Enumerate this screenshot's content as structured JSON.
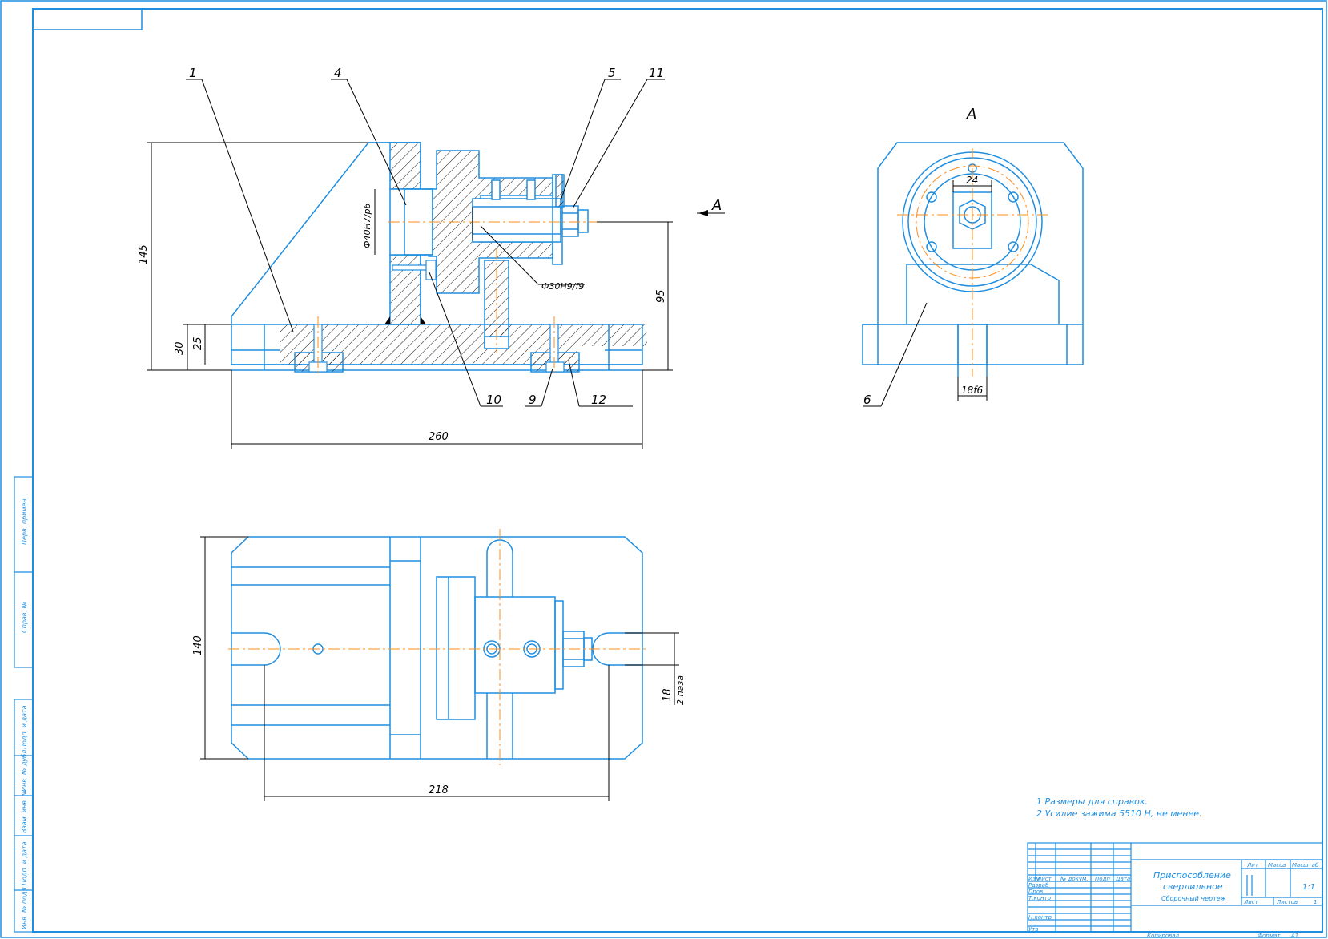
{
  "callouts": {
    "p1": "1",
    "p4": "4",
    "p5": "5",
    "p11": "11",
    "p10": "10",
    "p9": "9",
    "p12": "12",
    "p6": "6"
  },
  "dims": {
    "d145": "145",
    "d30": "30",
    "d25": "25",
    "d95": "95",
    "d260": "260",
    "d40": "Ф40Н7/p6",
    "d30h9": "Ф30Н9/f9",
    "d24": "24",
    "d18f6": "18f6",
    "d140": "140",
    "d218": "218",
    "d18": "18",
    "d2paza": "2 паза"
  },
  "view_labels": {
    "arrow_a": "А",
    "view_a": "А"
  },
  "notes": [
    "1 Размеры для справок.",
    "2  Усилие зажима 5510 Н, не менее."
  ],
  "title_block": {
    "name_line1": "Приспособление",
    "name_line2": "сверлильное",
    "doc_type": "Сборочный чертеж",
    "lit_header": "Лит",
    "mass_header": "Масса",
    "scale_header": "Масштаб",
    "scale_value": "1:1",
    "sheet_label": "Лист",
    "sheets_label": "Листов",
    "sheets_value": "1",
    "col_izm": "Изм",
    "col_list": "Лист",
    "col_ndoc": "№ докум.",
    "col_podp": "Подп",
    "col_data": "Дата",
    "row_razrab": "Разраб",
    "row_prov": "Пров",
    "row_tkontr": "Т.контр",
    "row_nkontr": "Н.контр",
    "row_utv": "Утв",
    "copied": "Копировал",
    "format_label": "Формат",
    "format_value": "А1"
  },
  "side_stamps": {
    "perv_primen": "Перв. примен.",
    "sprav_no": "Справ. №",
    "podp_data_top": "Подп. и дата",
    "inv_dubl": "Инв. № дубл.",
    "vzam_inv": "Взам. инв. №",
    "podp_data": "Подп. и дата",
    "inv_podl": "Инв. № подл."
  },
  "colors": {
    "outline": "#1f8ee0",
    "thin": "#000000",
    "center": "#ff8c1a",
    "paper": "#ffffff"
  }
}
